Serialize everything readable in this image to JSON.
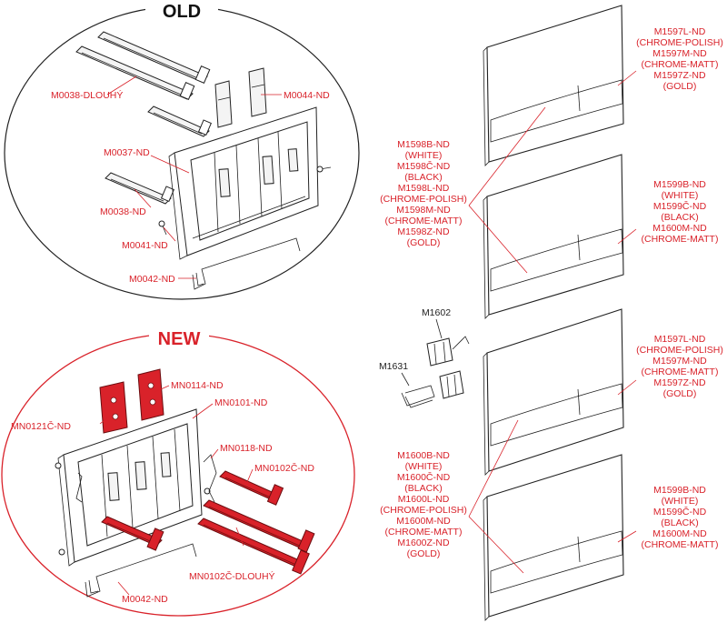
{
  "sections": {
    "old": {
      "title": "OLD",
      "labels": {
        "m0038_dlouhy": "M0038-DLOUHÝ",
        "m0044": "M0044-ND",
        "m0037": "M0037-ND",
        "m0038": "M0038-ND",
        "m0041": "M0041-ND",
        "m0042": "M0042-ND"
      }
    },
    "new": {
      "title": "NEW",
      "labels": {
        "mn0121c": "MN0121Č-ND",
        "mn0114": "MN0114-ND",
        "mn0101": "MN0101-ND",
        "mn0118": "MN0118-ND",
        "mn0102c": "MN0102Č-ND",
        "mn0102c_dlouhy": "MN0102Č-DLOUHÝ",
        "m0042": "M0042-ND"
      }
    }
  },
  "accessories": {
    "m1602": "M1602",
    "m1631": "M1631"
  },
  "plate_groups": {
    "g1597_top": [
      "M1597L-ND",
      "(CHROME-POLISH)",
      "M1597M-ND",
      "(CHROME-MATT)",
      "M1597Z-ND",
      "(GOLD)"
    ],
    "g1598": [
      "M1598B-ND",
      "(WHITE)",
      "M1598Č-ND",
      "(BLACK)",
      "M1598L-ND",
      "(CHROME-POLISH)",
      "M1598M-ND",
      "(CHROME-MATT)",
      "M1598Z-ND",
      "(GOLD)"
    ],
    "g1599_top": [
      "M1599B-ND",
      "(WHITE)",
      "M1599Č-ND",
      "(BLACK)",
      "M1600M-ND",
      "(CHROME-MATT)"
    ],
    "g1597_bottom": [
      "M1597L-ND",
      "(CHROME-POLISH)",
      "M1597M-ND",
      "(CHROME-MATT)",
      "M1597Z-ND",
      "(GOLD)"
    ],
    "g1600": [
      "M1600B-ND",
      "(WHITE)",
      "M1600Č-ND",
      "(BLACK)",
      "M1600L-ND",
      "(CHROME-POLISH)",
      "M1600M-ND",
      "(CHROME-MATT)",
      "M1600Z-ND",
      "(GOLD)"
    ],
    "g1599_bottom": [
      "M1599B-ND",
      "(WHITE)",
      "M1599Č-ND",
      "(BLACK)",
      "M1600M-ND",
      "(CHROME-MATT)"
    ]
  },
  "colors": {
    "accent_red": "#d9222a",
    "line_dark": "#222222",
    "new_part_red": "#d9222a"
  }
}
